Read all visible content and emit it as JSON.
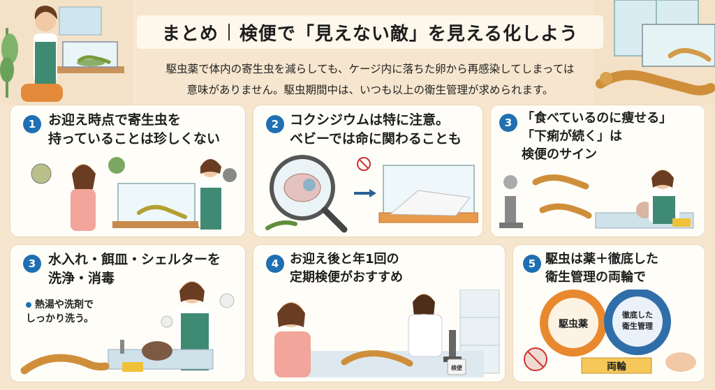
{
  "header": {
    "title_left": "まとめ",
    "title_right": "検便で「見えない敵」を見える化しよう",
    "intro_line1": "駆虫薬で体内の寄生虫を減らしても、ケージ内に落ちた卵から再感染してしまっては",
    "intro_line2": "意味がありません。駆虫期間中は、いつも以上の衛生管理が求められます。"
  },
  "cards": [
    {
      "number": "1",
      "title": "お迎え時点で寄生虫を\n持っていることは珍しくない"
    },
    {
      "number": "2",
      "title": "コクシジウムは特に注意。\nベビーでは命に関わることも"
    },
    {
      "number": "3",
      "title": "「食べているのに痩せる」\n「下痢が続く」は\n検便のサイン"
    },
    {
      "number": "3",
      "title": "水入れ・餌皿・シェルターを\n洗浄・消毒",
      "bullet": "熱湯や洗剤で\nしっかり洗う。"
    },
    {
      "number": "4",
      "title": "お迎え後と年1回の\n定期検便がおすすめ",
      "jar_label": "検便"
    },
    {
      "number": "5",
      "title": "駆虫は薬＋徹底した\n衛生管理の両輪で",
      "gear_left": "駆虫薬",
      "gear_right_1": "徹底した",
      "gear_right_2": "衛生管理",
      "banner": "両輪"
    }
  ],
  "colors": {
    "background": "#f6e6cf",
    "card": "#fffdf8",
    "number_badge": "#1f6fb2",
    "gear_orange": "#e8892f",
    "gear_blue": "#2f6ea8",
    "apron_green": "#3f8a73"
  }
}
